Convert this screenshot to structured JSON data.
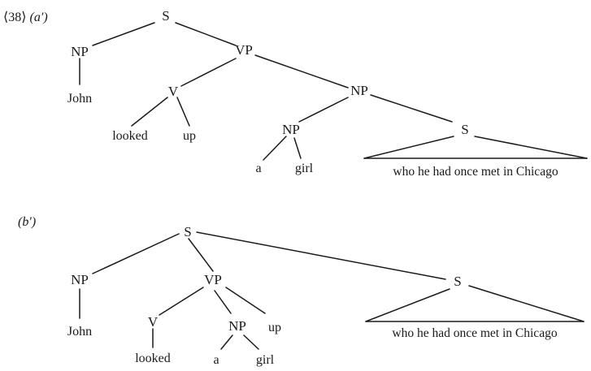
{
  "tree_a": {
    "tag_prefix": "⟨38⟩",
    "tag": "(a′)",
    "s_top": "S",
    "np_subject": "NP",
    "subject": "John",
    "vp": "VP",
    "v": "V",
    "verb": "looked",
    "particle": "up",
    "np_object": "NP",
    "np_inner": "NP",
    "det": "a",
    "noun": "girl",
    "s_clause": "S",
    "clause_text": "who he had once met in Chicago"
  },
  "tree_b": {
    "tag": "(b′)",
    "s_top": "S",
    "np_subject": "NP",
    "subject": "John",
    "vp": "VP",
    "v": "V",
    "verb": "looked",
    "np_object": "NP",
    "det": "a",
    "noun": "girl",
    "particle": "up",
    "s_clause": "S",
    "clause_text": "who he had once met in Chicago"
  }
}
